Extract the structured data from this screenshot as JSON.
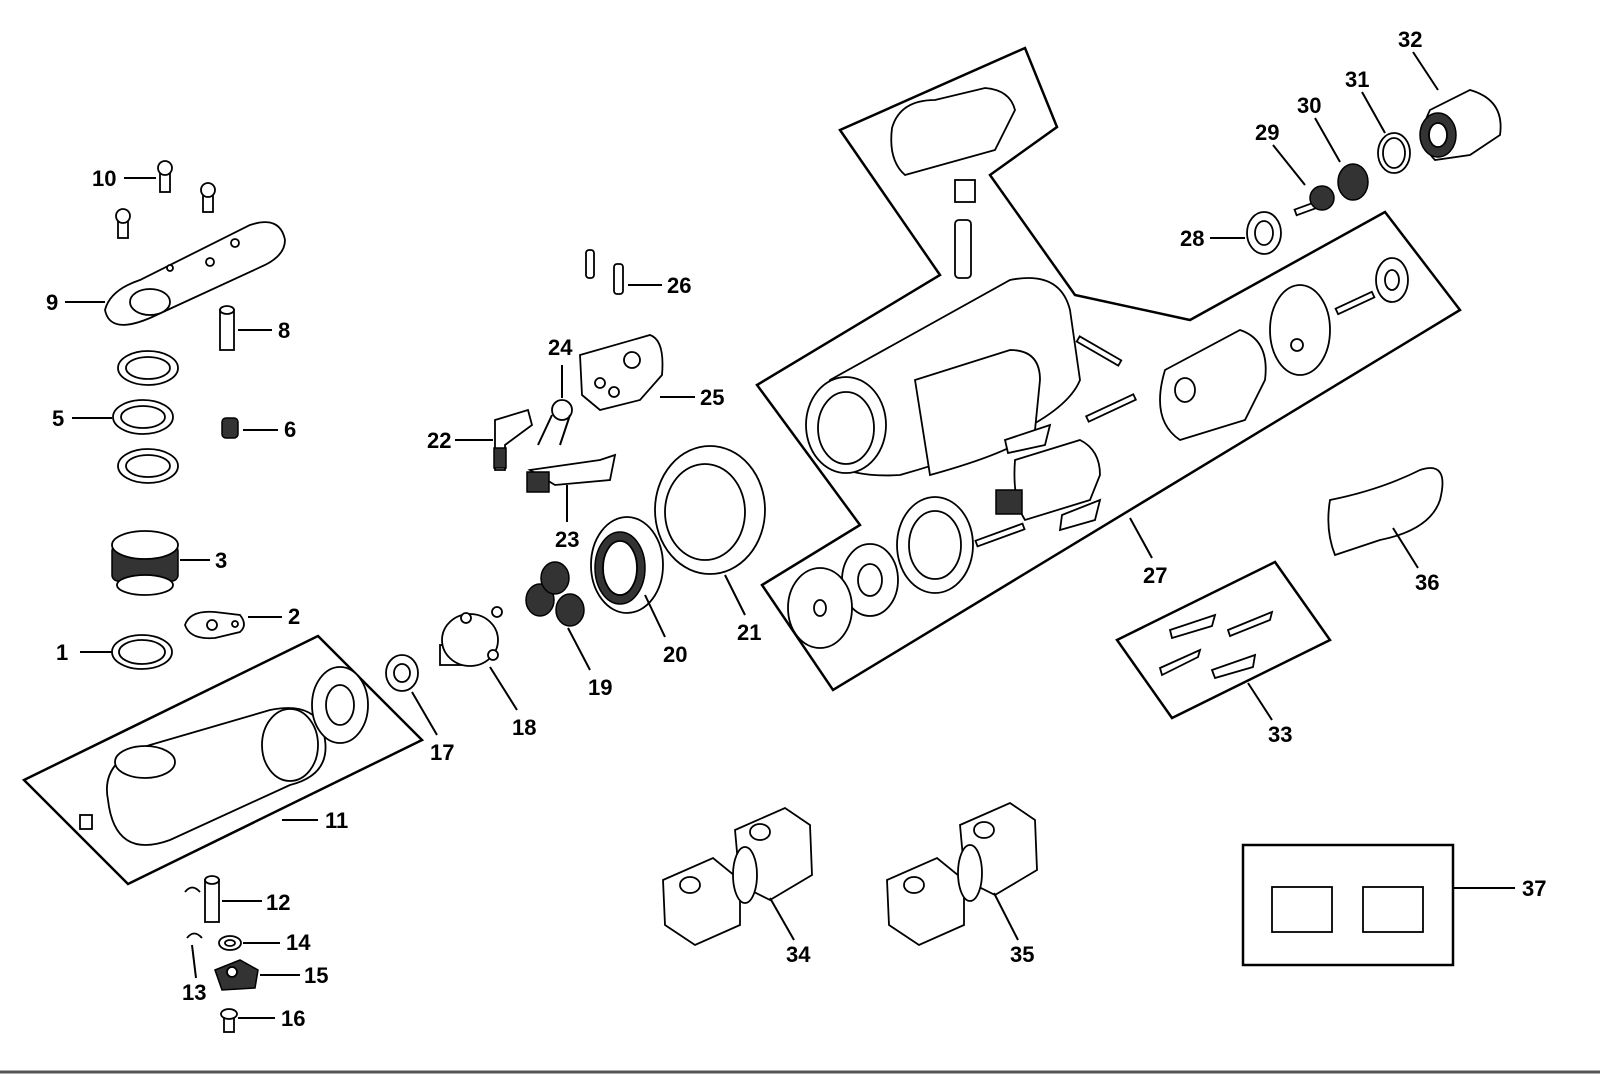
{
  "diagram": {
    "type": "exploded-parts-diagram",
    "callouts": [
      "1",
      "2",
      "3",
      "5",
      "6",
      "8",
      "9",
      "10",
      "11",
      "12",
      "13",
      "14",
      "15",
      "16",
      "17",
      "18",
      "19",
      "20",
      "21",
      "22",
      "23",
      "24",
      "25",
      "26",
      "27",
      "28",
      "29",
      "30",
      "31",
      "32",
      "33",
      "34",
      "35",
      "36",
      "37"
    ]
  },
  "colors": {
    "line": "#000000",
    "background": "#ffffff"
  }
}
